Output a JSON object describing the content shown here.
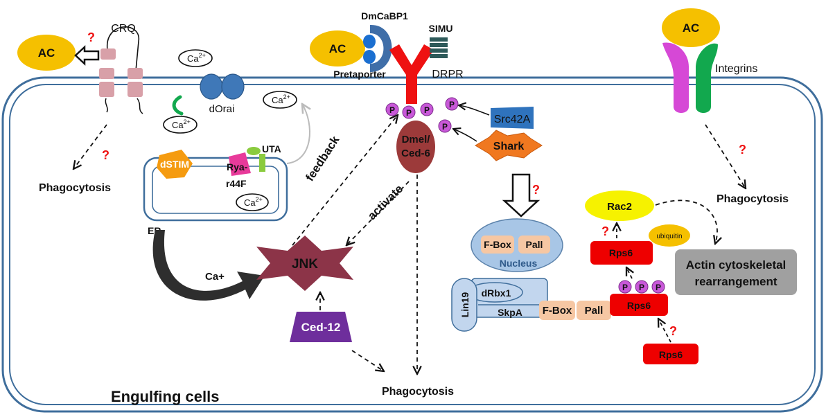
{
  "caption": "Engulfing cells",
  "cell_labels": {
    "ac_left": "AC",
    "ac_mid": "AC",
    "ac_right": "AC",
    "crq": "CRQ",
    "dmcabp1": "DmCaBP1",
    "simu": "SIMU",
    "pretaporter": "Pretaporter",
    "drpr": "DRPR",
    "integrins": "Integrins",
    "dorai": "dOrai",
    "dstim": "dSTIM",
    "ryar1": "Rya-",
    "ryar2": "r44F",
    "uta": "UTA",
    "er": "ER",
    "ca_plus": "Ca+",
    "jnk": "JNK",
    "ced12": "Ced-12",
    "dmel1": "Dmel/",
    "dmel2": "Ced-6",
    "src42a": "Src42A",
    "shark": "Shark",
    "feedback": "feedback",
    "activate": "activate",
    "fbox_nuc": "F-Box",
    "pall_nuc": "Pall",
    "nucleus": "Nucleus",
    "lin19": "Lin19",
    "drbx1": "dRbx1",
    "skpa": "SkpA",
    "fbox": "F-Box",
    "pall": "Pall",
    "rac2": "Rac2",
    "ubiquitin": "ubiquitin",
    "rps6_top": "Rps6",
    "rps6_mid": "Rps6",
    "rps6_low": "Rps6",
    "actin1": "Actin cytoskeletal",
    "actin2": "rearrangement",
    "phago_left": "Phagocytosis",
    "phago_right": "Phagocytosis",
    "phago_center": "Phagocytosis",
    "p": "P",
    "q": "?",
    "ca_base": "Ca",
    "ca_sup": "2+"
  },
  "colors": {
    "membrane": "#3f6e9c",
    "ac": "#f5c000",
    "drpr": "#ee1111",
    "phospho": "#c858d8",
    "dmel": "#9c3a3a",
    "jnk": "#8c3448",
    "ced12": "#6e2e9c",
    "src42a": "#2f73bd",
    "shark": "#f07820",
    "nucleus": "#a8c6e6",
    "fbox": "#f6c7a3",
    "rps6": "#ee0000",
    "rac2": "#f6f200",
    "actin_box": "#a0a0a0",
    "integrin_a": "#d648d6",
    "integrin_b": "#12a84e",
    "crq": "#d8a0a8",
    "question": "#ee1111"
  }
}
